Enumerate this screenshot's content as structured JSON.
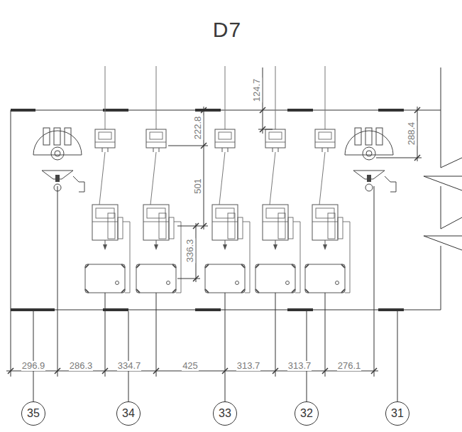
{
  "diagram": {
    "title": "D7",
    "nodes": [
      {
        "text": [
          "35"
        ]
      },
      {
        "text": [
          "34"
        ]
      },
      {
        "text": [
          "33"
        ]
      },
      {
        "text": [
          "32"
        ]
      },
      {
        "text": [
          "31"
        ]
      }
    ],
    "labels": [
      "124.7",
      "222.8",
      "288.4",
      "501",
      "336.3",
      "296.9",
      "286.3",
      "334.7",
      "425",
      "313.7",
      "313.7",
      "276.1"
    ]
  }
}
